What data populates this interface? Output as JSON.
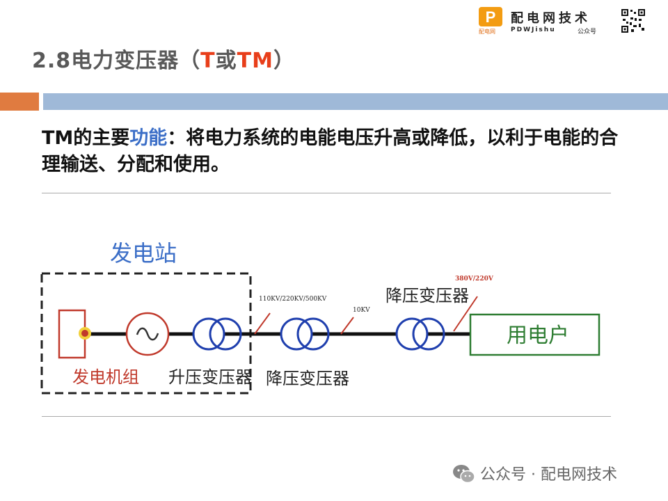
{
  "logo": {
    "title": "配电网技术",
    "pinyin": "PDWJishu",
    "gzh": "公众号",
    "sub": "配电网"
  },
  "slide": {
    "title_prefix": "2.8电力变压器（",
    "title_t": "T",
    "title_or": "或",
    "title_tm": "TM",
    "title_suffix": "）",
    "desc_tm": "TM",
    "desc_part1": "的主要",
    "desc_function": "功能",
    "desc_part2": "：将电力系统的电能电压升高或降低，以利于电能的合理输送、分配和使用。"
  },
  "diagram": {
    "station_label": "发电站",
    "generator_label": "发电机组",
    "step_up_label": "升压变压器",
    "step_down_label_1": "降压变压器",
    "step_down_label_2": "降压变压器",
    "consumer_label": "用电户",
    "voltage_transmission": "110KV/220KV/500KV",
    "voltage_distribution": "10KV",
    "voltage_consumer": "380V/220V",
    "colors": {
      "station_text": "#3b6ec7",
      "generator": "#c0392b",
      "transformer": "#1f3fae",
      "consumer": "#2e7d32",
      "voltage_tick": "#c0392b"
    }
  },
  "watermark": {
    "text": "公众号 · 配电网技术"
  }
}
